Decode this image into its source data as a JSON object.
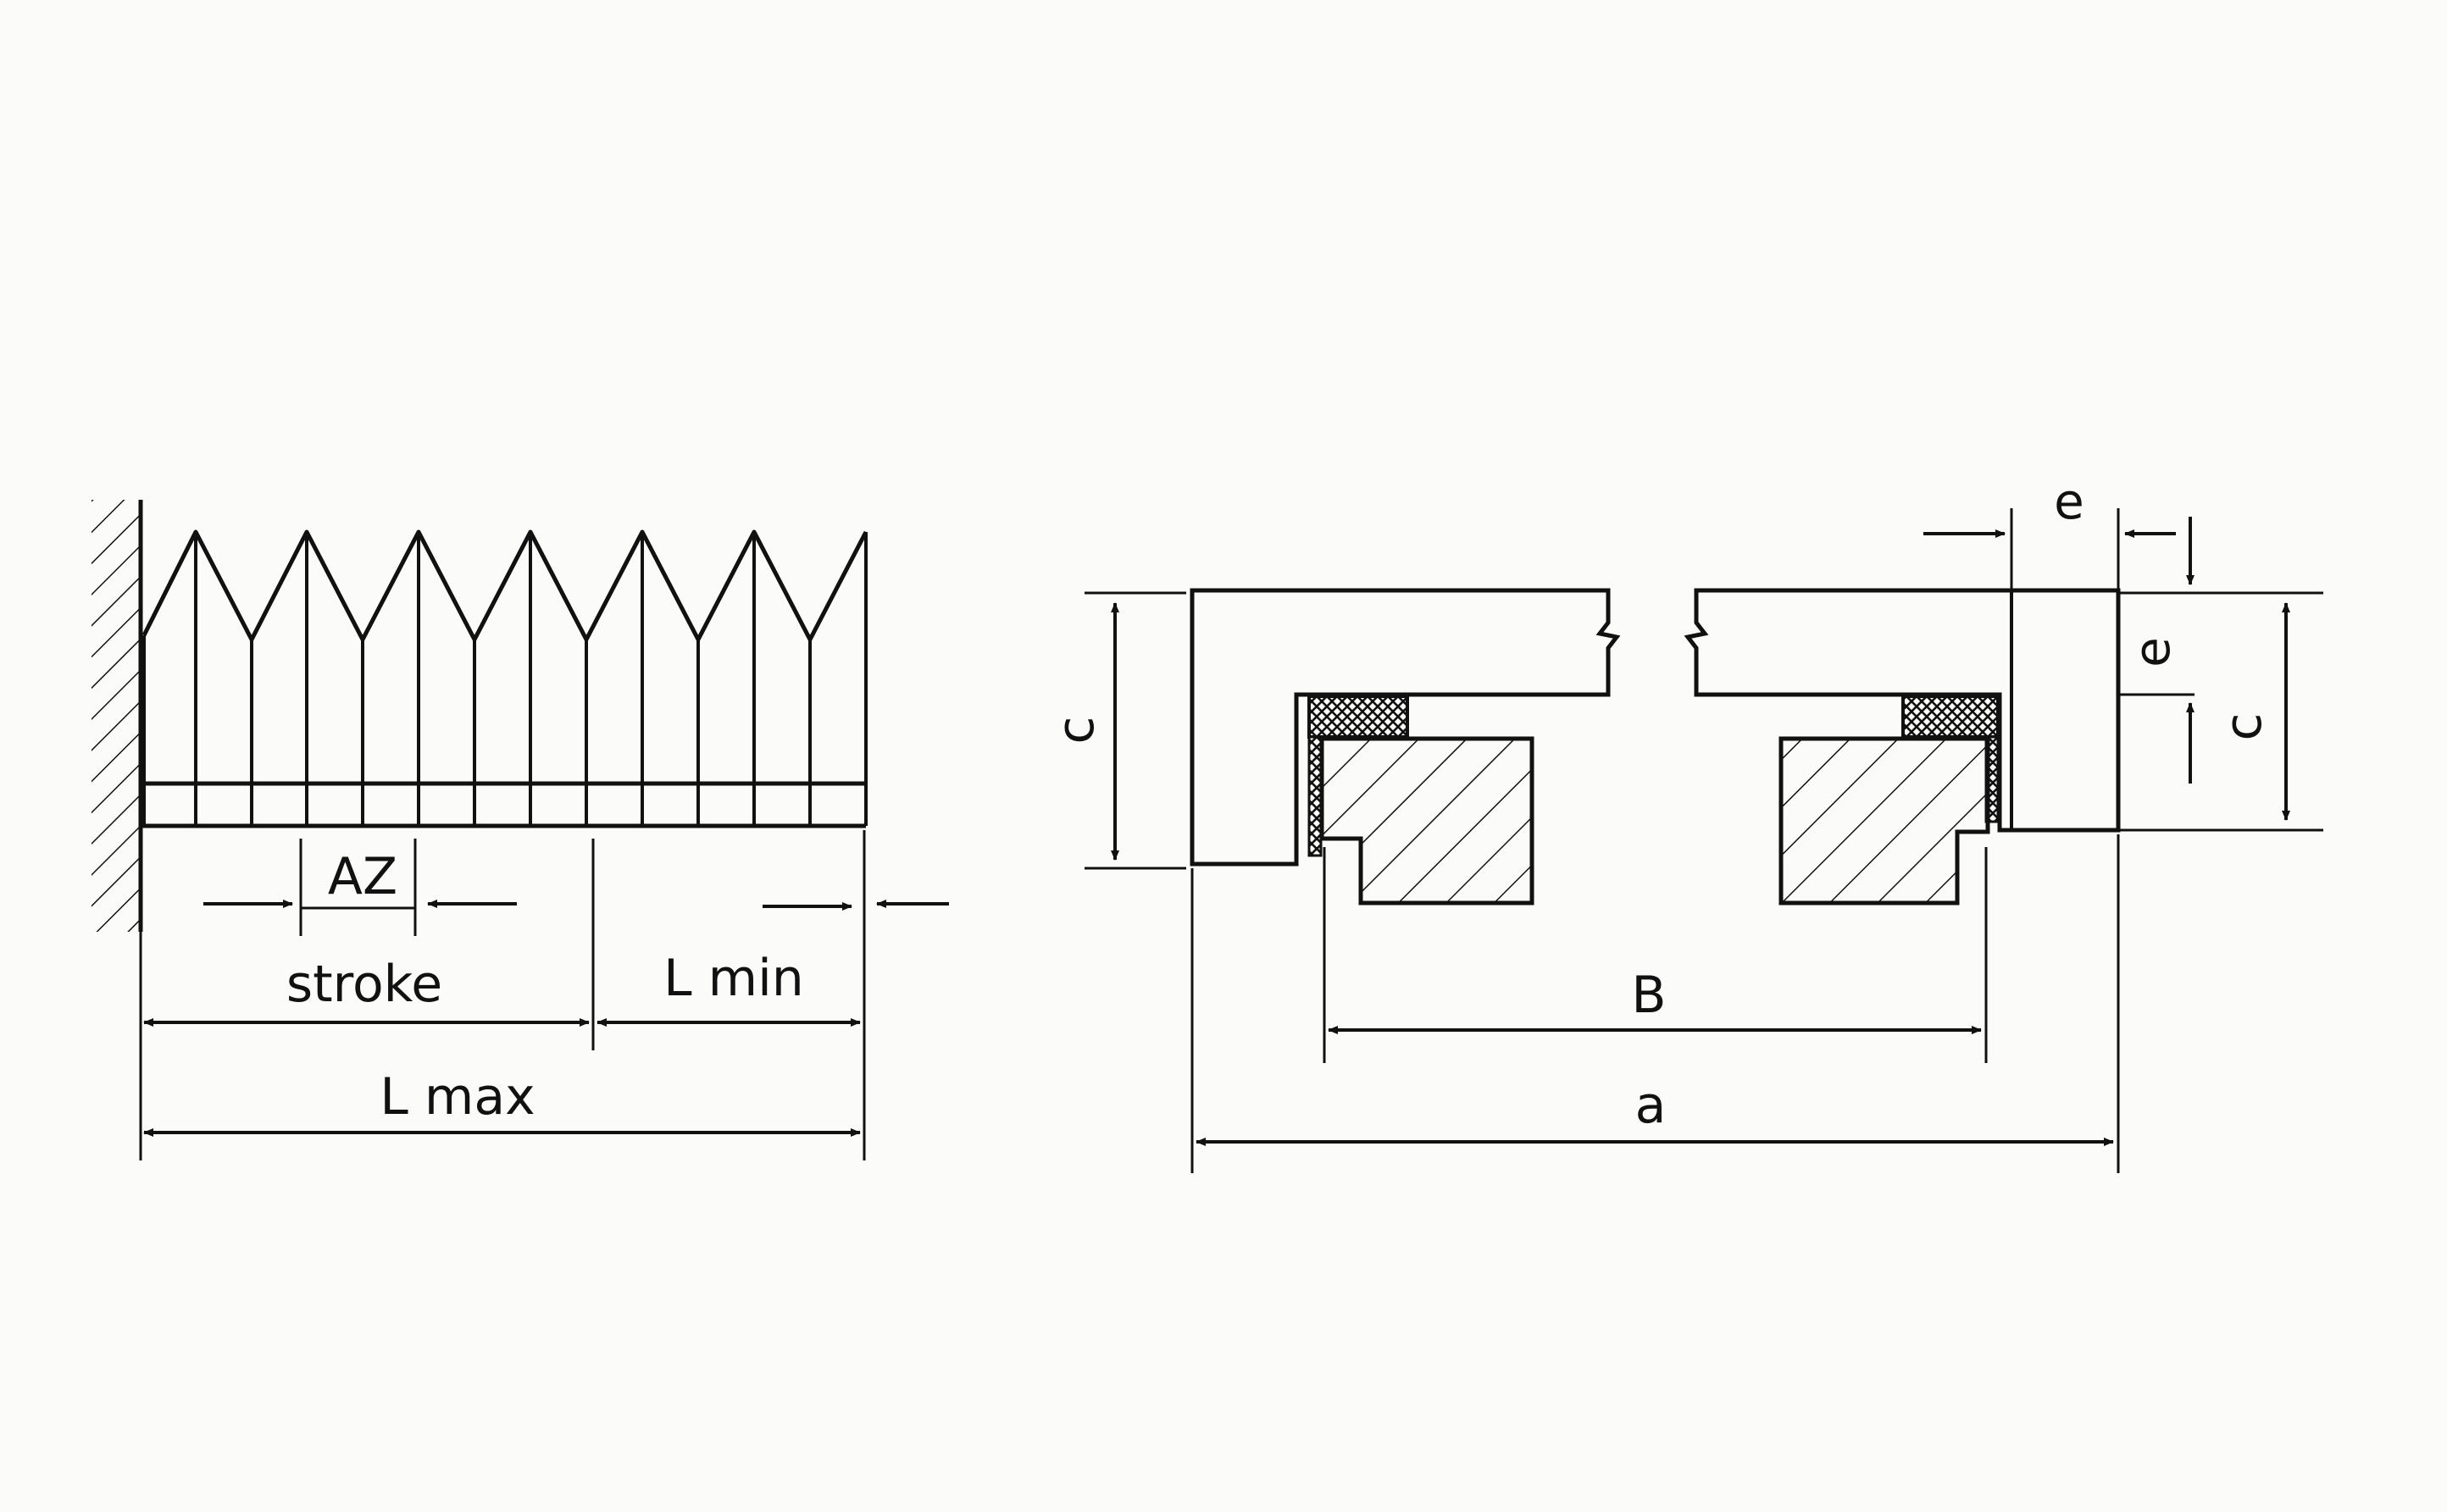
{
  "left_diagram": {
    "labels": {
      "az": "AZ",
      "stroke": "stroke",
      "l_min": "L min",
      "l_max": "L max"
    }
  },
  "right_diagram": {
    "labels": {
      "c_left": "c",
      "e_top": "e",
      "e_side": "e",
      "c_right": "c",
      "b": "B",
      "a": "a"
    }
  },
  "colors": {
    "ink": "#111111",
    "background": "#fbfbf9",
    "faint": "#999999"
  }
}
